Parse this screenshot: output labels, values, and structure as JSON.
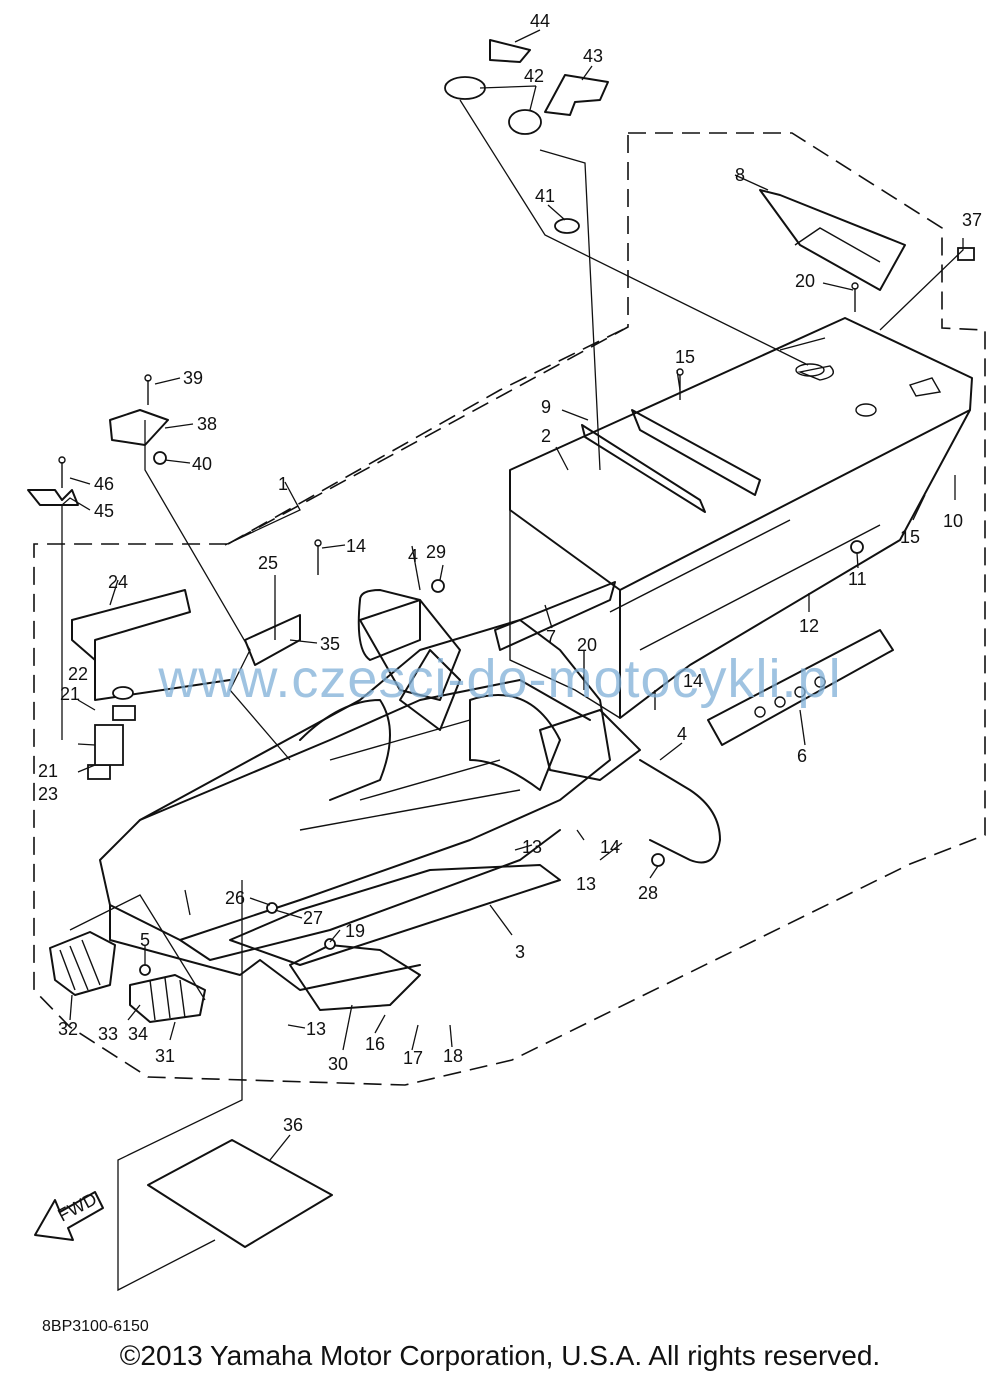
{
  "labels": [
    "1",
    "2",
    "3",
    "4",
    "4",
    "5",
    "6",
    "7",
    "8",
    "9",
    "10",
    "11",
    "12",
    "13",
    "13",
    "13",
    "13",
    "14",
    "14",
    "14",
    "15",
    "15",
    "16",
    "17",
    "18",
    "19",
    "20",
    "20",
    "21",
    "21",
    "22",
    "23",
    "24",
    "25",
    "26",
    "27",
    "28",
    "29",
    "30",
    "31",
    "32",
    "33",
    "34",
    "35",
    "36",
    "37",
    "38",
    "39",
    "40",
    "41",
    "42",
    "43",
    "44",
    "45",
    "46"
  ],
  "fwd_label": "FWD",
  "watermark": "www.czesci-do-motocykli.pl",
  "diagram_code": "8BP3100-6150",
  "copyright": "©2013 Yamaha Motor Corporation, U.S.A. All rights reserved."
}
